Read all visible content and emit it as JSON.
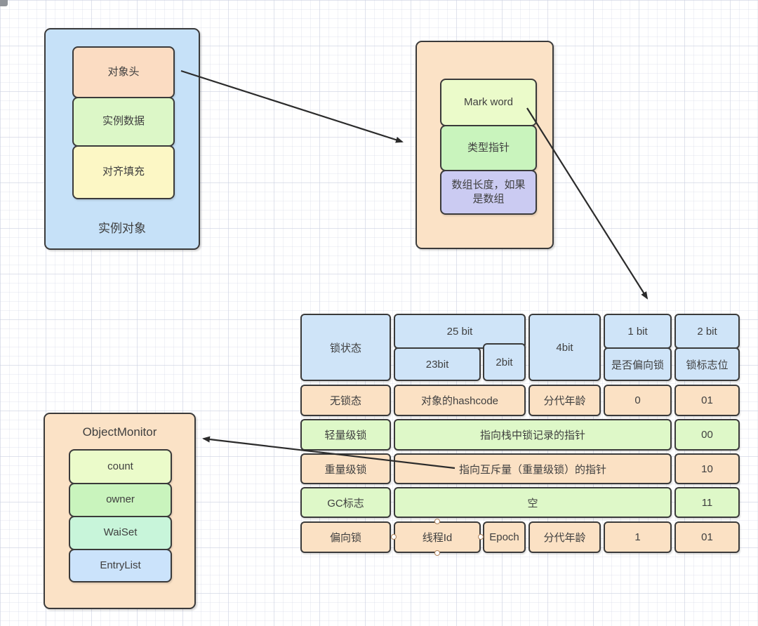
{
  "colors": {
    "border": "#3a3a3a",
    "container_blue": "#c6e1f8",
    "container_orange": "#fbe2c6",
    "table_header_blue": "#cfe4f8",
    "table_row_orange": "#fbe1c4",
    "table_row_green": "#def8c8",
    "cell_peach": "#fbdcc2",
    "cell_light_green": "#dcf7c7",
    "cell_yellow": "#fcf7c5",
    "cell_lime": "#ebfbca",
    "cell_leaf_green": "#c9f4bd",
    "cell_purple": "#cbcbf2",
    "cell_mint": "#c8f5da",
    "cell_blue": "#cbe3fb"
  },
  "instance_object": {
    "title": "实例对象",
    "cells": [
      {
        "label": "对象头"
      },
      {
        "label": "实例数据"
      },
      {
        "label": "对齐填充"
      }
    ]
  },
  "header_detail": {
    "cells": [
      {
        "label": "Mark word"
      },
      {
        "label": "类型指针"
      },
      {
        "label": "数组长度，如果是数组"
      }
    ]
  },
  "object_monitor": {
    "title": "ObjectMonitor",
    "cells": [
      {
        "label": "count"
      },
      {
        "label": "owner"
      },
      {
        "label": "WaiSet"
      },
      {
        "label": "EntryList"
      }
    ]
  },
  "lock_table": {
    "header": {
      "lock_state": "锁状态",
      "bits_25": "25 bit",
      "bits_23": "23bit",
      "bits_2_sub": "2bit",
      "bits_4": "4bit",
      "bit_1": "1 bit",
      "is_biased": "是否偏向锁",
      "bits_2": "2 bit",
      "lock_flag": "锁标志位"
    },
    "rows": [
      {
        "state": "无锁态",
        "hashcode": "对象的hashcode",
        "age": "分代年龄",
        "biased": "0",
        "flag": "01"
      },
      {
        "state": "轻量级锁",
        "content": "指向栈中锁记录的指针",
        "flag": "00"
      },
      {
        "state": "重量级锁",
        "content": "指向互斥量（重量级锁）的指针",
        "flag": "10"
      },
      {
        "state": "GC标志",
        "content": "空",
        "flag": "11"
      },
      {
        "state": "偏向锁",
        "thread_id": "线程Id",
        "epoch": "Epoch",
        "age": "分代年龄",
        "biased": "1",
        "flag": "01"
      }
    ]
  }
}
